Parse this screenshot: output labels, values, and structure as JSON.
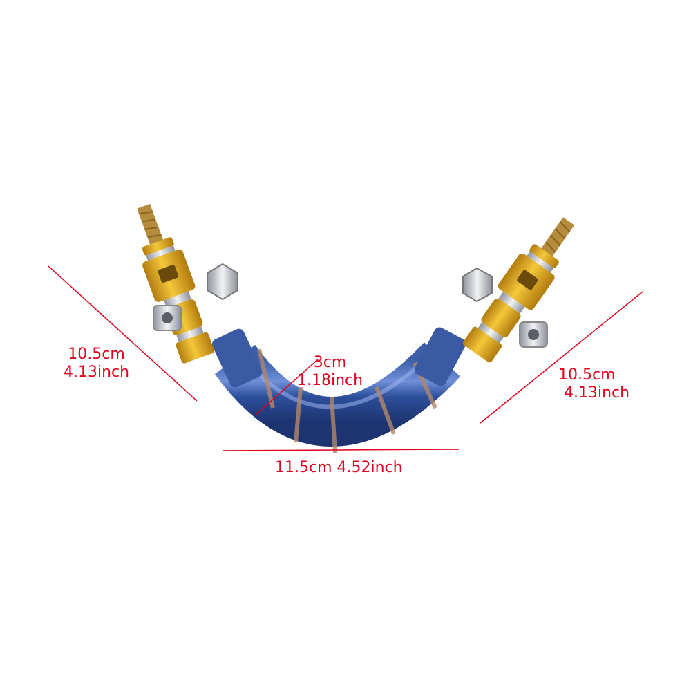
{
  "dimensions": {
    "left_length": {
      "cm": "10.5cm",
      "inch": "4.13inch"
    },
    "right_length": {
      "cm": "10.5cm",
      "inch": "4.13inch"
    },
    "diameter": {
      "cm": "3cm",
      "inch": "1.18inch"
    },
    "width": {
      "text": "11.5cm 4.52inch"
    }
  },
  "colors": {
    "annotation": "#e0001b",
    "anodized_gold": "#e8b21e",
    "titanium_blue": "#2f5fb0",
    "steel": "#c9ccd2"
  }
}
